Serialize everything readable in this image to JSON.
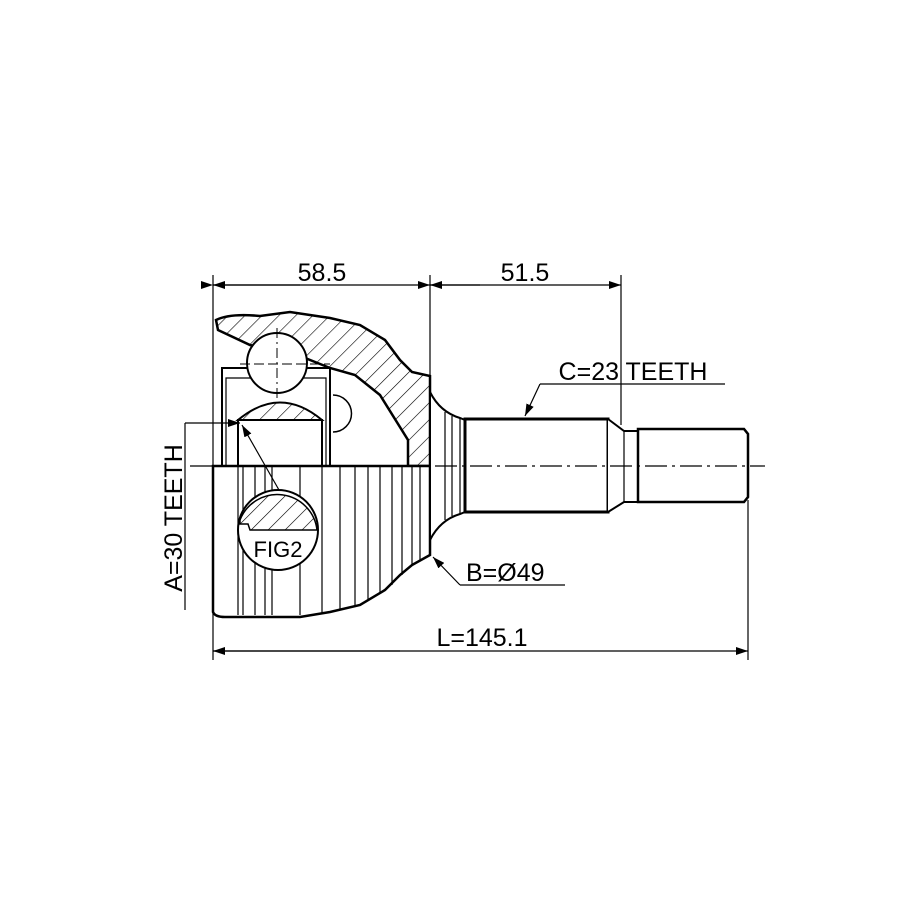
{
  "dimensions": {
    "housing_length": "58.5",
    "shaft_length": "51.5",
    "total_length": "L=145.1",
    "outer_spline": "C=23 TEETH",
    "inner_spline": "A=30 TEETH",
    "abs_diameter": "B=Ø49",
    "detail_label": "FIG2"
  },
  "colors": {
    "line": "#000000",
    "background": "#ffffff"
  }
}
